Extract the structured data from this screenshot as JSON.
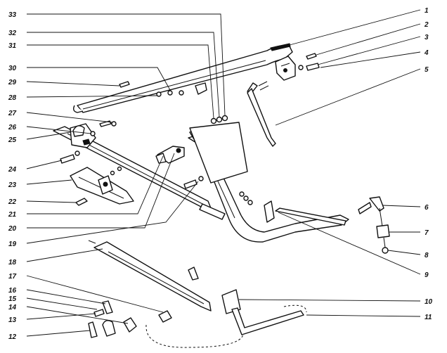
{
  "callouts": {
    "left": [
      "33",
      "32",
      "31",
      "30",
      "29",
      "28",
      "27",
      "26",
      "25",
      "24",
      "23",
      "22",
      "21",
      "20",
      "19",
      "18",
      "17",
      "16",
      "15",
      "14",
      "13",
      "12"
    ],
    "right": [
      "1",
      "2",
      "3",
      "4",
      "5",
      "6",
      "7",
      "8",
      "9",
      "10",
      "11"
    ]
  }
}
